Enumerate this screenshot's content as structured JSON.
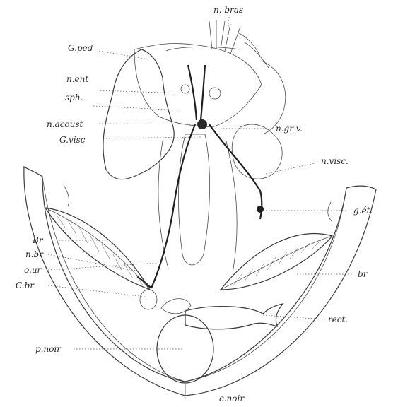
{
  "labels": {
    "n_bras": "n. bras",
    "g_ped": "G.ped",
    "n_ent": "n.ent",
    "sph": "sph.",
    "n_acoust": "n.acoust",
    "g_visc": "G.visc",
    "n_gr_v": "n.gr v.",
    "n_visc": "n.visc.",
    "g_et": "g.ét.",
    "br_left": "Br",
    "n_br": "n.br",
    "o_ur": "o.ur",
    "c_br": "C.br",
    "br_right": "br",
    "rect": "rect.",
    "p_noir": "p.noir",
    "c_noir": "c.noir"
  }
}
